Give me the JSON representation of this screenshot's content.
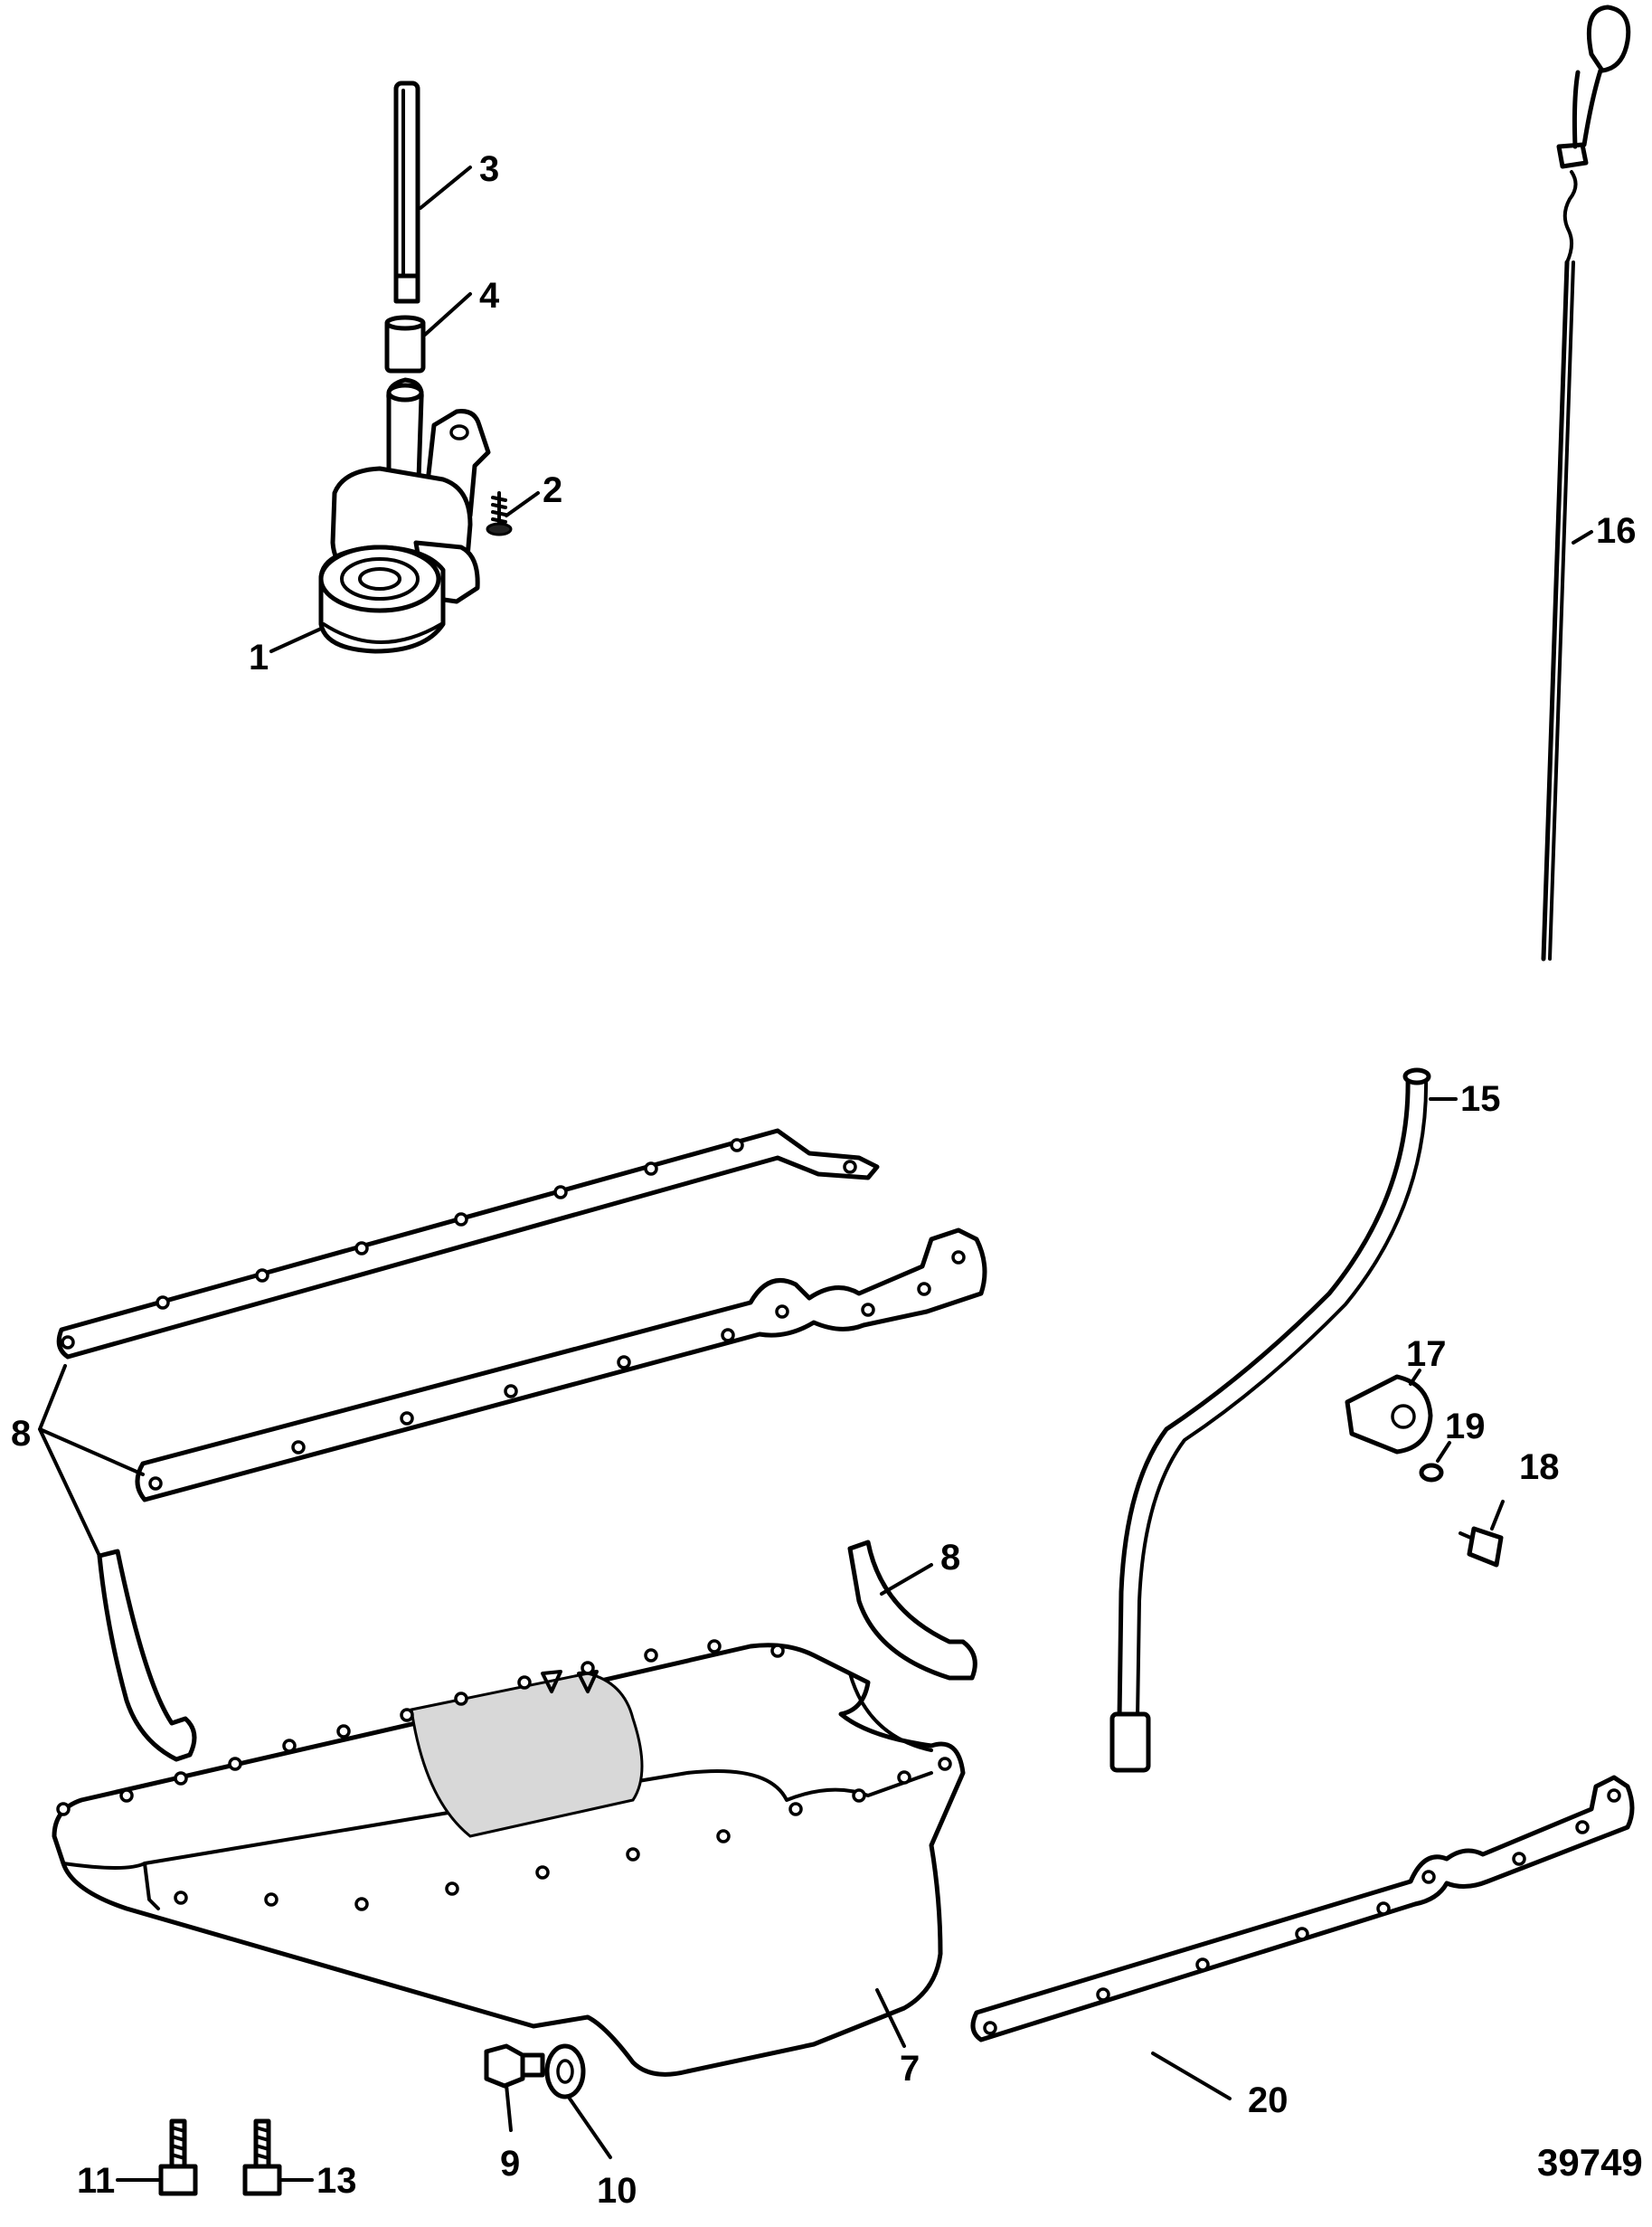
{
  "callouts": {
    "c1": "1",
    "c2": "2",
    "c3": "3",
    "c4": "4",
    "c7": "7",
    "c8a": "8",
    "c8b": "8",
    "c9": "9",
    "c10": "10",
    "c11": "11",
    "c13": "13",
    "c15": "15",
    "c16": "16",
    "c17": "17",
    "c18": "18",
    "c19": "19",
    "c20": "20"
  },
  "figure_number": "39749"
}
